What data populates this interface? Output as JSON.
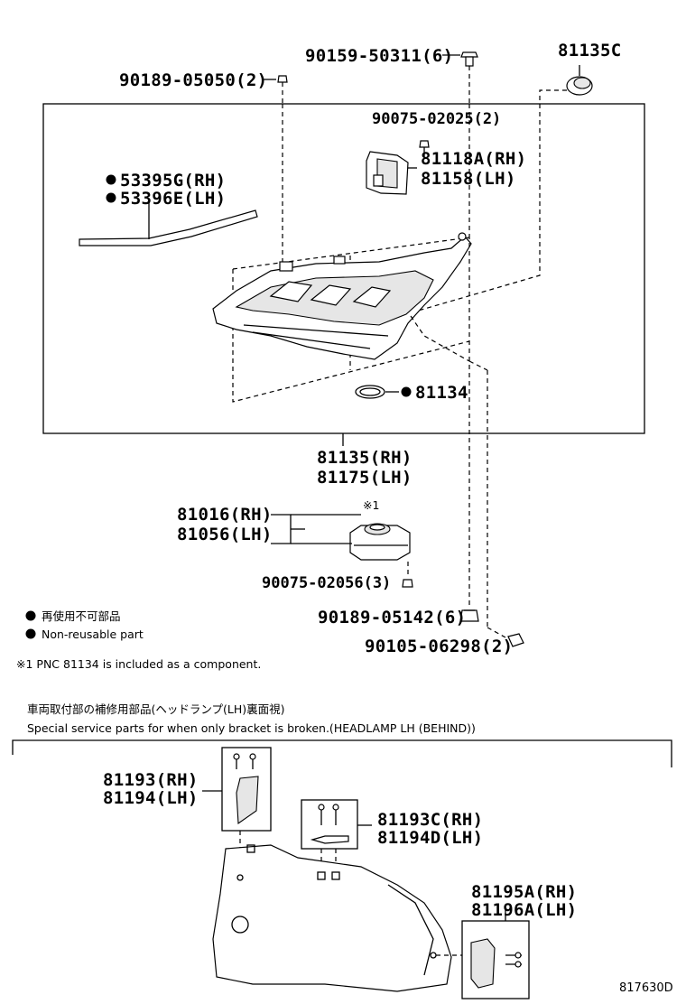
{
  "labels": {
    "p90159": "90159-50311(6)",
    "p81135c": "81135C",
    "p90189a": "90189-05050(2)",
    "p90075a": "90075-02025(2)",
    "p81118a": "81118A(RH)",
    "p81158": "81158(LH)",
    "p53395g": "53395G(RH)",
    "p53396e": "53396E(LH)",
    "p81134": "81134",
    "p81135rh": "81135(RH)",
    "p81175lh": "81175(LH)",
    "note1_mark": "※1",
    "p81016": "81016(RH)",
    "p81056": "81056(LH)",
    "p90075b": "90075-02056(3)",
    "p90189b": "90189-05142(6)",
    "p90105": "90105-06298(2)",
    "p81193": "81193(RH)",
    "p81194": "81194(LH)",
    "p81193c": "81193C(RH)",
    "p81194d": "81194D(LH)",
    "p81195a": "81195A(RH)",
    "p81196a": "81196A(LH)",
    "diagram_id": "817630D"
  },
  "legend": {
    "jp": "再使用不可部品",
    "en": "Non-reusable part"
  },
  "footnote": "※1  PNC 81134 is included as a component.",
  "section": {
    "title_jp": "車両取付部の補修用部品(ヘッドランプ(LH)裏面視)",
    "title_en": "Special service parts for when only bracket is broken.(HEADLAMP LH (BEHIND))"
  }
}
